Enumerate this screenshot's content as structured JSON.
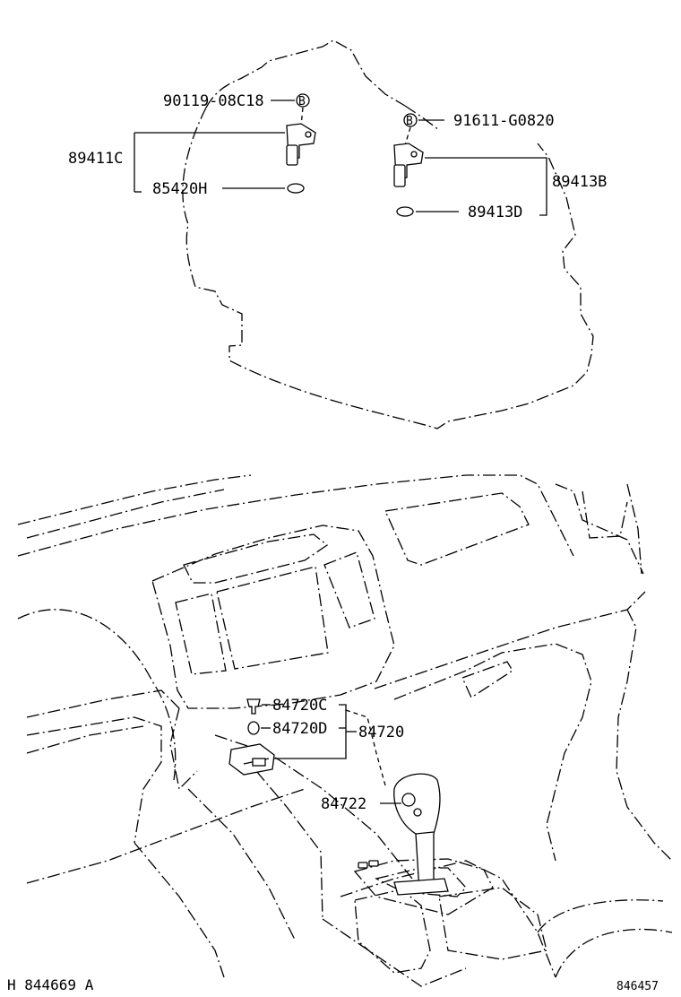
{
  "labels": {
    "bolt_top": "90119-08C18",
    "sensor_left": "89411C",
    "oring_left": "85420H",
    "bolt_right": "91611-G0820",
    "sensor_right": "89413B",
    "oring_right": "89413D",
    "switch_c": "84720C",
    "switch_d": "84720D",
    "switch_assy": "84720",
    "knob": "84722",
    "footer_left": "H 844669 A",
    "footer_right": "846457"
  },
  "callout_letters": {
    "bolt_top": "B",
    "bolt_right": "B"
  }
}
